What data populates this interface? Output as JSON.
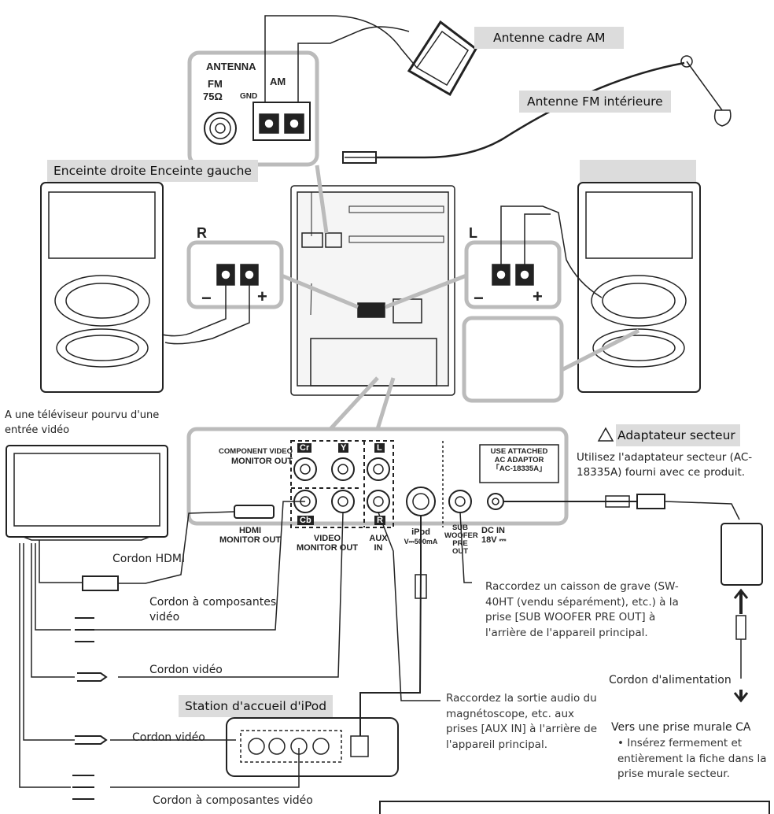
{
  "labels": {
    "am_antenna": "Antenne cadre AM",
    "fm_antenna": "Antenne FM intérieure",
    "speakers": "Enceinte droite Enceinte gauche",
    "ipod_dock": "Station d'accueil d'iPod",
    "ac_adaptor": "Adaptateur secteur"
  },
  "panel": {
    "antenna": "ANTENNA",
    "fm": "FM",
    "ohm": "75Ω",
    "gnd": "GND",
    "am": "AM",
    "r": "R",
    "l": "L",
    "minus": "−",
    "plus": "+",
    "component_video_line1": "COMPONENT VIDEO",
    "component_video_line2": "MONITOR OUT",
    "cr": "Cr",
    "y": "Y",
    "cb": "Cb",
    "l_jack": "L",
    "r_jack": "R",
    "hdmi_line1": "HDMI",
    "hdmi_line2": "MONITOR OUT",
    "video_line1": "VIDEO",
    "video_line2": "MONITOR OUT",
    "aux_line1": "AUX",
    "aux_line2": "IN",
    "ipod_line1": "iPod",
    "ipod_line2": "V⎓500mA",
    "sub_line1": "SUB",
    "sub_line2": "WOOFER",
    "sub_line3": "PRE OUT",
    "use_attached_line1": "USE ATTACHED",
    "use_attached_line2": "AC ADAPTOR",
    "use_attached_line3": "「AC-18335A」",
    "dcin_line1": "DC IN",
    "dcin_line2": "18V ⎓"
  },
  "notes": {
    "tv": "A une téléviseur pourvu d'une entrée vidéo",
    "adaptor_note": "Utilisez l'adaptateur secteur (AC-18335A) fourni avec ce produit.",
    "hdmi_cord": "Cordon HDMI",
    "component_cord": "Cordon à composantes vidéo",
    "video_cord": "Cordon vidéo",
    "subwoofer": "Raccordez un caisson de grave (SW-40HT (vendu séparément), etc.) à la prise [SUB WOOFER PRE OUT] à l'arrière de l'appareil principal.",
    "power_cord": "Cordon d'alimentation",
    "aux": "Raccordez la sortie audio du magnétoscope, etc. aux prises [AUX IN] à l'arrière de l'appareil principal.",
    "video_cord2": "Cordon vidéo",
    "wall_outlet": "Vers une prise murale CA",
    "wall_outlet_bullet": "• Insérez fermement et entièrement la fiche dans la prise murale secteur.",
    "component_cord2": "Cordon à composantes vidéo"
  }
}
